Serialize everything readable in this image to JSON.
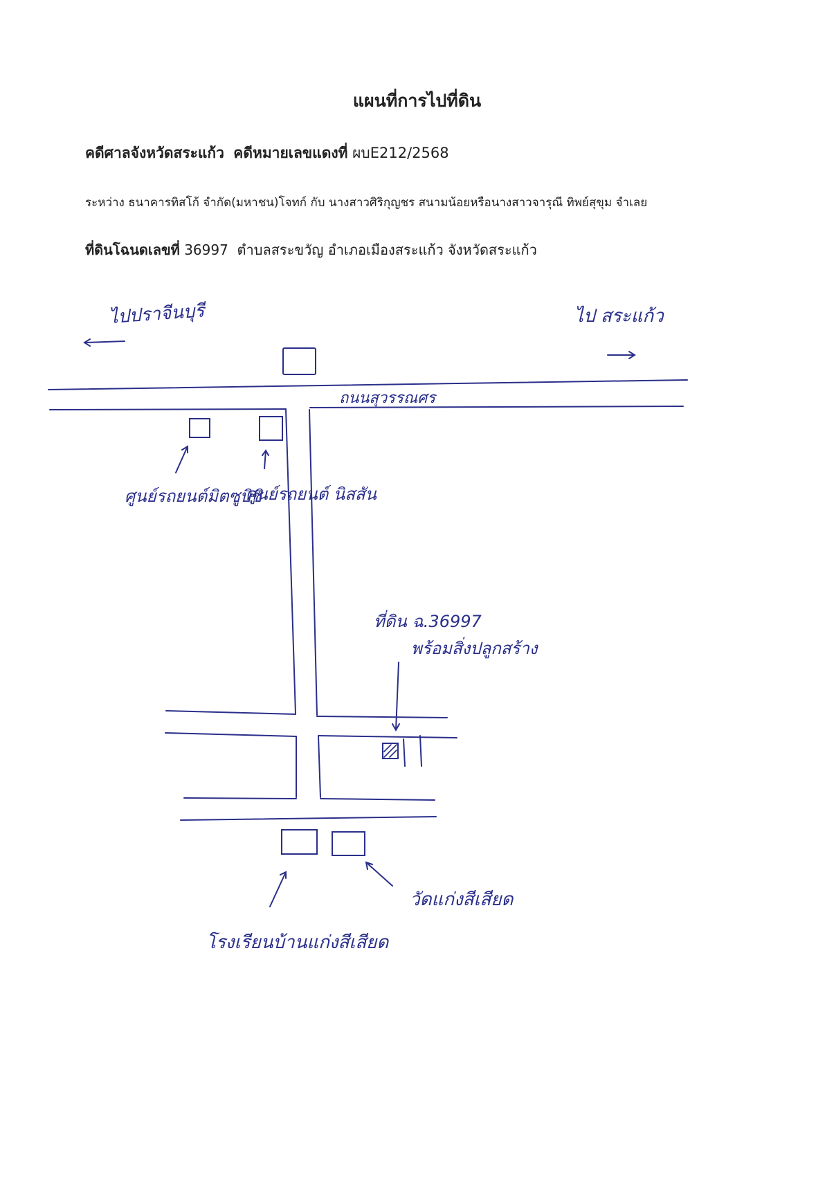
{
  "document": {
    "title": "แผนที่การไปที่ดิน",
    "court_label": "คดีศาลจังหวัดสระแก้ว",
    "case_label": "คดีหมายเลขแดงที่",
    "case_number": "ผบE212/2568",
    "parties": "ระหว่าง ธนาคารทิสโก้ จำกัด(มหาชน)โจทก์ กับ นางสาวศิริกุญชร สนามน้อยหรือนางสาวจารุณี ทิพย์สุขุม    จำเลย",
    "land_label": "ที่ดินโฉนดเลขที่",
    "deed_number": "36997",
    "location": "ตำบลสระขวัญ อำเภอเมืองสระแก้ว จังหวัดสระแก้ว"
  },
  "map": {
    "ink_color": "#2a2f8a",
    "labels": {
      "to_left": "ไปปราจีนบุรี",
      "to_right": "ไป สระแก้ว",
      "road": "ถนนสุวรรณศร",
      "mitsubishi": "ศูนย์รถยนต์มิตซูบิชิ",
      "nissan": "ศูนย์รถยนต์ นิสสัน",
      "land_plot": "ที่ดิน ฉ.36997",
      "land_note": "พร้อมสิ่งปลูกสร้าง",
      "temple": "วัดแก่งสีเสียด",
      "school": "โรงเรียนบ้านแก่งสีเสียด"
    }
  }
}
